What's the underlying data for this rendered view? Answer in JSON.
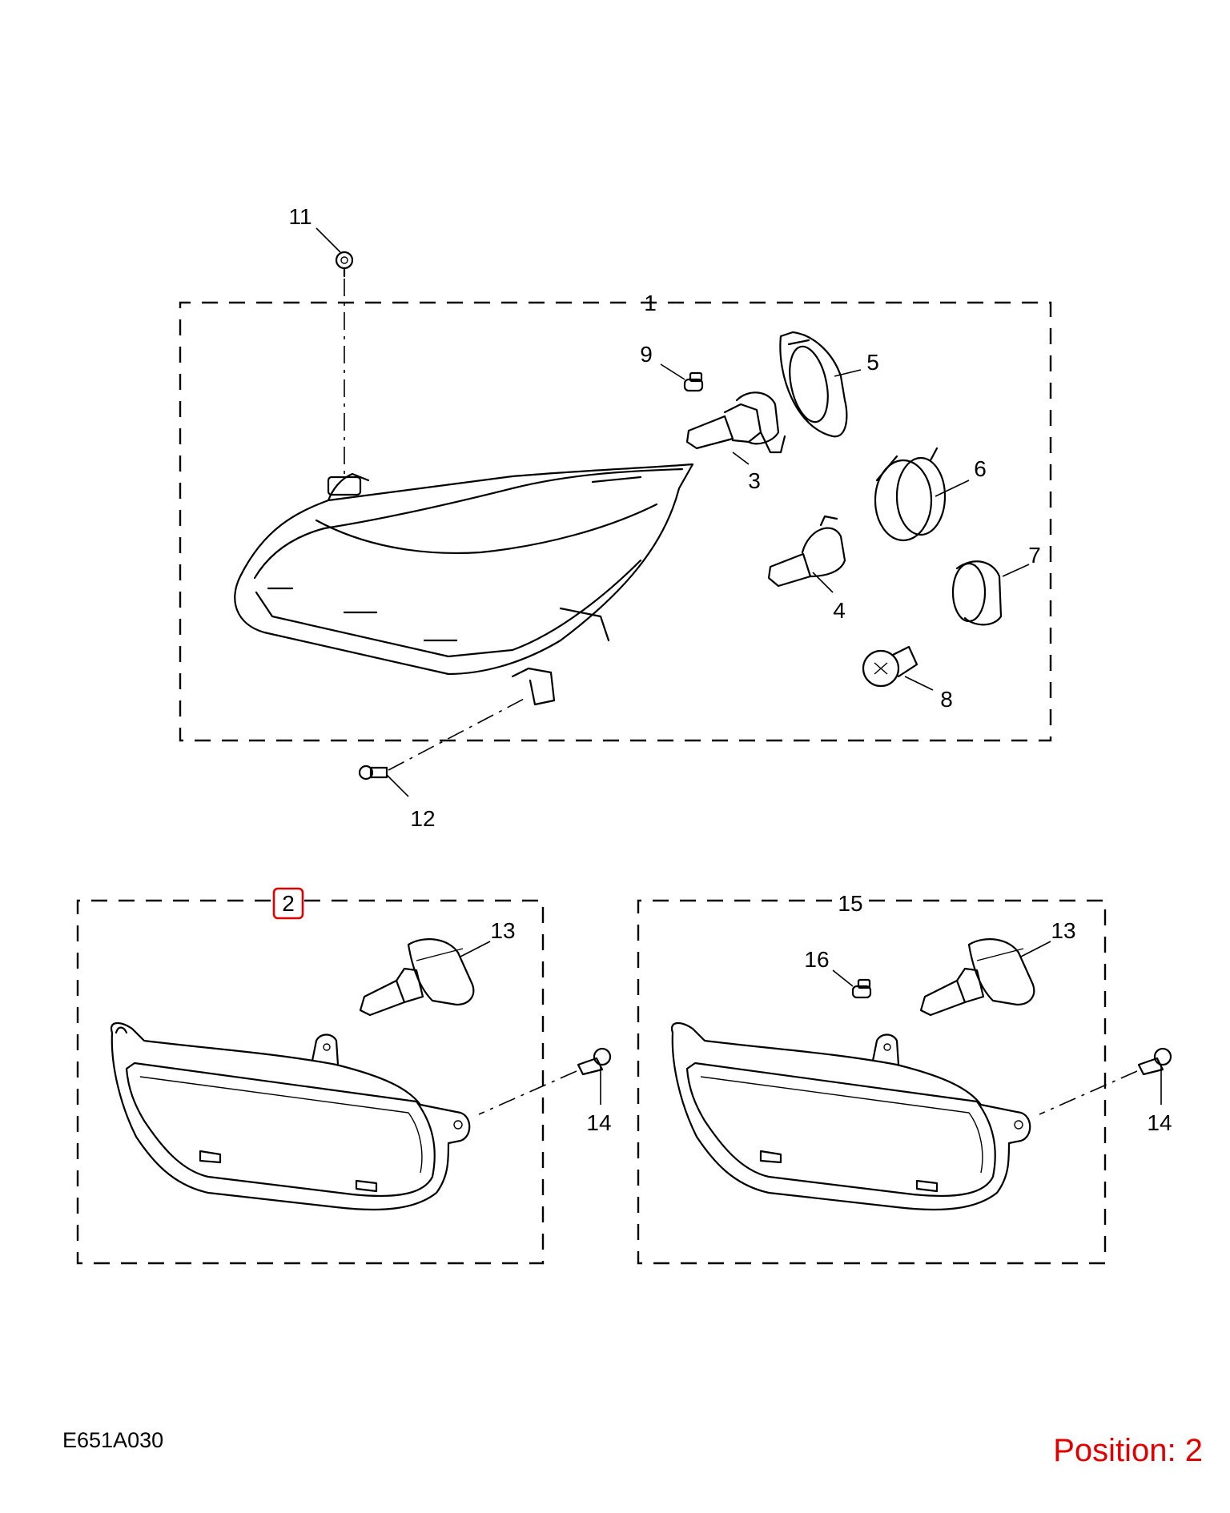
{
  "diagram": {
    "drawing_code": "E651A030",
    "position_label": "Position: 2",
    "highlight_color": "#e00000",
    "line_color": "#000000",
    "background_color": "#ffffff",
    "selected_callout": "2"
  },
  "groups": [
    {
      "id": "headlamp-assembly",
      "callout": "1"
    },
    {
      "id": "fog-lamp-left",
      "callout": "2",
      "highlighted": true
    },
    {
      "id": "fog-lamp-right",
      "callout": "15"
    }
  ],
  "callouts": [
    {
      "n": "1"
    },
    {
      "n": "2"
    },
    {
      "n": "3"
    },
    {
      "n": "4"
    },
    {
      "n": "5"
    },
    {
      "n": "6"
    },
    {
      "n": "7"
    },
    {
      "n": "8"
    },
    {
      "n": "9"
    },
    {
      "n": "11"
    },
    {
      "n": "12"
    },
    {
      "n": "13"
    },
    {
      "n": "13"
    },
    {
      "n": "14"
    },
    {
      "n": "14"
    },
    {
      "n": "15"
    },
    {
      "n": "16"
    }
  ]
}
